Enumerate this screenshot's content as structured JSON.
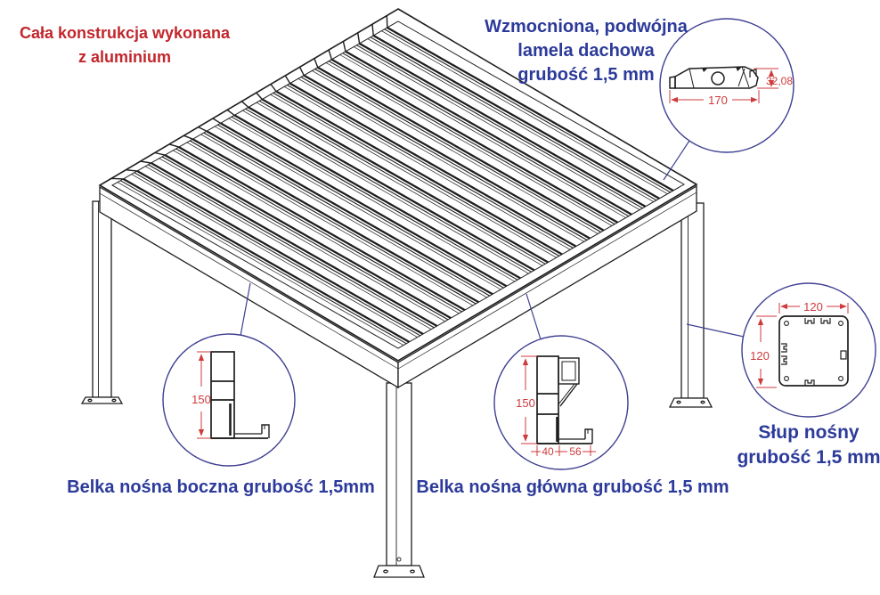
{
  "note": {
    "line1": "Cała konstrukcja wykonana",
    "line2": "z aluminium"
  },
  "lamella_callout": {
    "line1": "Wzmocniona, podwójna",
    "line2": "lamela dachowa",
    "line3": "grubość 1,5 mm",
    "width_mm": "170",
    "height_mm": "32,08"
  },
  "post_callout": {
    "line1": "Słup nośny",
    "line2": "grubość 1,5 mm",
    "width_mm": "120",
    "height_mm": "120"
  },
  "side_beam_callout": {
    "label": "Belka nośna boczna grubość 1,5mm",
    "height_mm": "150"
  },
  "main_beam_callout": {
    "label": "Belka nośna główna grubość 1,5 mm",
    "height_mm": "150",
    "web_width_mm": "40",
    "flange_width_mm": "56"
  },
  "colors": {
    "note_red": "#c2262c",
    "label_blue": "#2c3a9a",
    "dimension_red": "#cf3a3c",
    "callout_circle_blue": "#3f3f92",
    "drawing_line": "#1e1e1e"
  }
}
